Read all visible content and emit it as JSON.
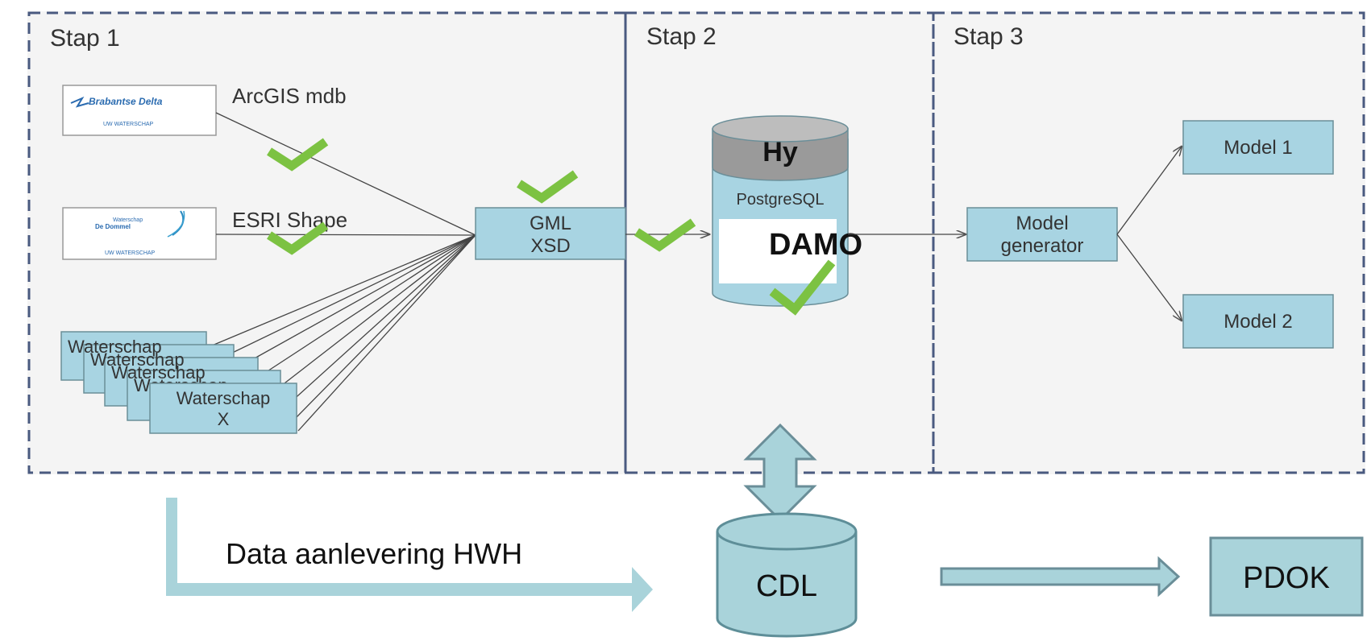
{
  "stages": {
    "stap1": "Stap 1",
    "stap2": "Stap 2",
    "stap3": "Stap 3"
  },
  "sources": {
    "source1_label": "ArcGIS mdb",
    "source1_logo_line1": "Brabantse Delta",
    "source1_logo_line2": "UW WATERSCHAP",
    "source2_label": "ESRI Shape",
    "source2_logo_line1": "Waterschap",
    "source2_logo_line2": "De Dommel",
    "source2_logo_line3": "UW WATERSCHAP",
    "stack_front_line1": "Waterschap",
    "stack_front_line2": "X",
    "stack_partial": "Waterschap"
  },
  "gml": {
    "line1": "GML",
    "line2": "XSD"
  },
  "database": {
    "top_label": "Hy",
    "engine": "PostgreSQL",
    "name": "DAMO"
  },
  "stage3": {
    "generator_line1": "Model",
    "generator_line2": "generator",
    "model1": "Model 1",
    "model2": "Model 2"
  },
  "bottom": {
    "delivery_label": "Data aanlevering HWH",
    "cdl": "CDL",
    "pdok": "PDOK"
  },
  "colors": {
    "box_fill": "#a8d4e2",
    "box_stroke": "#6a8e98",
    "dash": "#4a5a80",
    "check": "#7cc242",
    "arrow_fill": "#a9d3da",
    "panel": "#f4f4f4"
  }
}
